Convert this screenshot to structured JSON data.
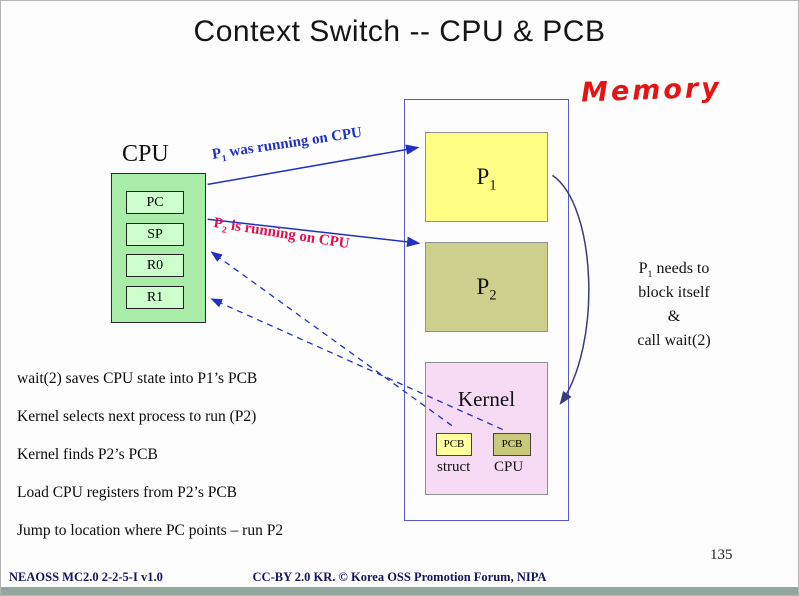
{
  "slide": {
    "title": "Context Switch -- CPU & PCB",
    "memory_label": "Memory",
    "page_number": "135"
  },
  "cpu": {
    "label": "CPU",
    "registers": [
      "PC",
      "SP",
      "R0",
      "R1"
    ]
  },
  "memory": {
    "p1": {
      "base": "P",
      "sub": "1"
    },
    "p2": {
      "base": "P",
      "sub": "2"
    },
    "kernel": {
      "label": "Kernel",
      "pcb_left": "PCB",
      "pcb_right": "PCB",
      "struct_label": "struct",
      "cpu_label": "CPU"
    }
  },
  "annotations": {
    "arrow_p1": {
      "pre": "P",
      "sub": "1",
      "rest": " was running on CPU"
    },
    "arrow_p2": {
      "pre": "P",
      "sub": "2",
      "rest": " is running on CPU"
    },
    "right_note": {
      "line1": {
        "pre": "P",
        "sub": "1",
        "rest": " needs to"
      },
      "line2": "block itself",
      "line3": "&",
      "line4": "call wait(2)"
    }
  },
  "steps": [
    "wait(2) saves CPU state into P1’s PCB",
    "Kernel selects next process to run (P2)",
    "Kernel finds P2’s PCB",
    "Load CPU registers from P2’s PCB",
    "Jump to location where PC points – run P2"
  ],
  "footer": {
    "left": "NEAOSS MC2.0 2-2-5-I v1.0",
    "center": "CC-BY 2.0 KR. © Korea OSS Promotion Forum, NIPA"
  },
  "colors": {
    "cpu_box": "#a9eda9",
    "register_box": "#ccffcc",
    "p1_box": "#ffff84",
    "p2_box": "#cdd08d",
    "kernel_box": "#f7daf3",
    "pcb_left_box": "#ffff9e",
    "pcb_right_box": "#c8ca7a",
    "memory_border": "#5a5acc",
    "arrow_blue": "#2030c0",
    "label_red": "#e01050",
    "handwriting_red": "#e41414",
    "footer_navy": "#15155e",
    "bottom_bar": "#93a79f"
  }
}
